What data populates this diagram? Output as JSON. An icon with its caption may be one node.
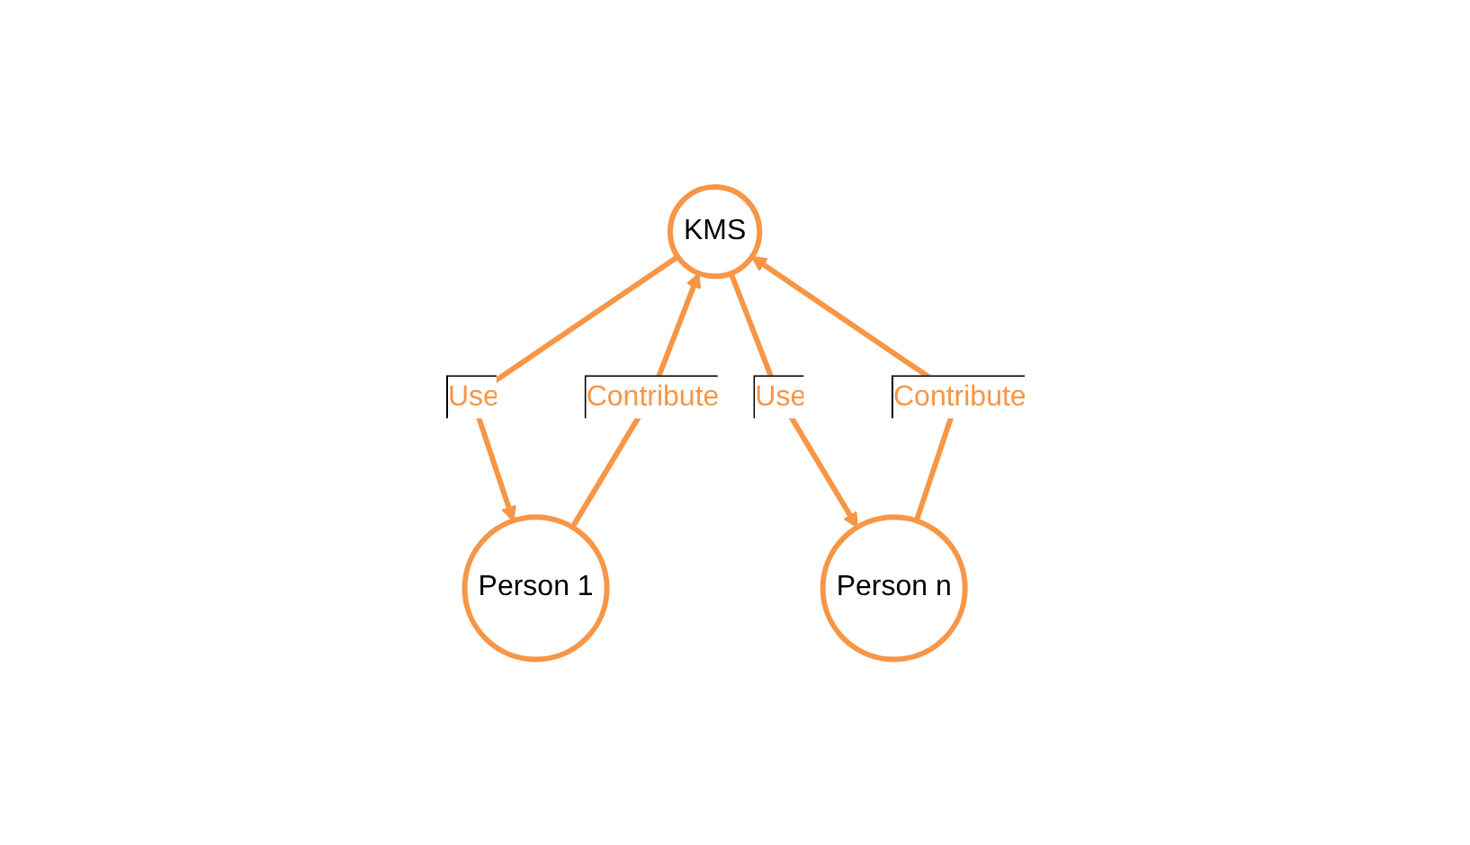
{
  "diagram": {
    "nodes": [
      {
        "text": [
          "KMS"
        ]
      },
      {
        "text": [
          "Person 1"
        ]
      },
      {
        "text": [
          "Person n"
        ]
      }
    ],
    "edges": [
      {
        "from": 1,
        "to": 0,
        "arrow": "to",
        "label": "Contribute"
      },
      {
        "from": 0,
        "to": 1,
        "arrow": "to",
        "label": "Use"
      },
      {
        "from": 0,
        "to": 2,
        "arrow": "to",
        "label": "Use"
      },
      {
        "from": 2,
        "to": 0,
        "arrow": "to",
        "label": "Contribute"
      }
    ]
  }
}
